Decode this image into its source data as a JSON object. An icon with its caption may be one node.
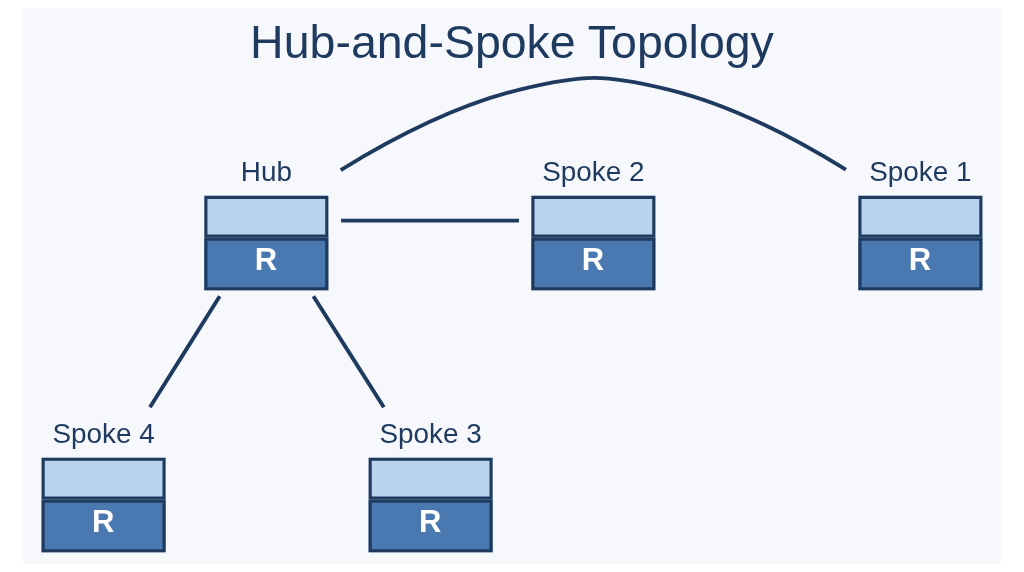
{
  "diagram": {
    "title": "Hub-and-Spoke Topology",
    "nodes": [
      {
        "text": [
          "Spoke 1",
          "R"
        ]
      },
      {
        "text": [
          "Hub",
          "R"
        ]
      },
      {
        "text": [
          "Spoke 2",
          "R"
        ]
      },
      {
        "text": [
          "Spoke 4",
          "R"
        ]
      },
      {
        "text": [
          "Spoke 3",
          "R"
        ]
      }
    ],
    "edges": [
      {
        "from": 1,
        "to": 0,
        "arrow": "none"
      },
      {
        "from": 1,
        "to": 2,
        "arrow": "none"
      },
      {
        "from": 1,
        "to": 3,
        "arrow": "none"
      },
      {
        "from": 1,
        "to": 4,
        "arrow": "none"
      }
    ]
  }
}
